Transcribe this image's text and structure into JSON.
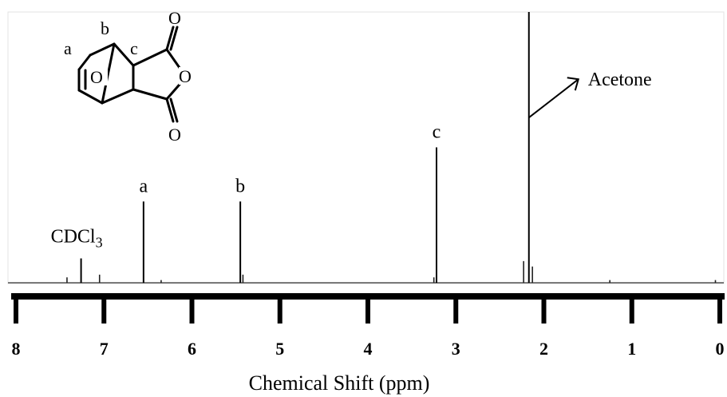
{
  "chart_data": {
    "type": "line",
    "title": "",
    "xlabel": "Chemical Shift (ppm)",
    "ylabel": "",
    "xlim": [
      8,
      0
    ],
    "x_axis_reversed": true,
    "x_ticks": [
      "8",
      "7",
      "6",
      "5",
      "4",
      "3",
      "2",
      "1",
      "0"
    ],
    "grid": false,
    "peaks": [
      {
        "label": "CDCl",
        "subscript": "3",
        "shift": 7.26,
        "intensity": 0.09
      },
      {
        "label": "a",
        "shift": 6.55,
        "intensity": 0.3
      },
      {
        "label": "b",
        "shift": 5.45,
        "intensity": 0.3
      },
      {
        "label": "c",
        "shift": 3.22,
        "intensity": 0.5
      },
      {
        "label": "Acetone",
        "shift": 2.17,
        "intensity": 1.0
      }
    ],
    "minor_peaks": [
      {
        "shift": 7.42,
        "intensity": 0.02
      },
      {
        "shift": 7.05,
        "intensity": 0.03
      },
      {
        "shift": 6.35,
        "intensity": 0.01
      },
      {
        "shift": 5.42,
        "intensity": 0.03
      },
      {
        "shift": 3.25,
        "intensity": 0.02
      },
      {
        "shift": 2.23,
        "intensity": 0.08
      },
      {
        "shift": 2.13,
        "intensity": 0.06
      },
      {
        "shift": 1.25,
        "intensity": 0.01
      },
      {
        "shift": 0.05,
        "intensity": 0.01
      }
    ],
    "structure_labels": [
      "a",
      "b",
      "c",
      "O",
      "O",
      "O",
      "O"
    ]
  }
}
